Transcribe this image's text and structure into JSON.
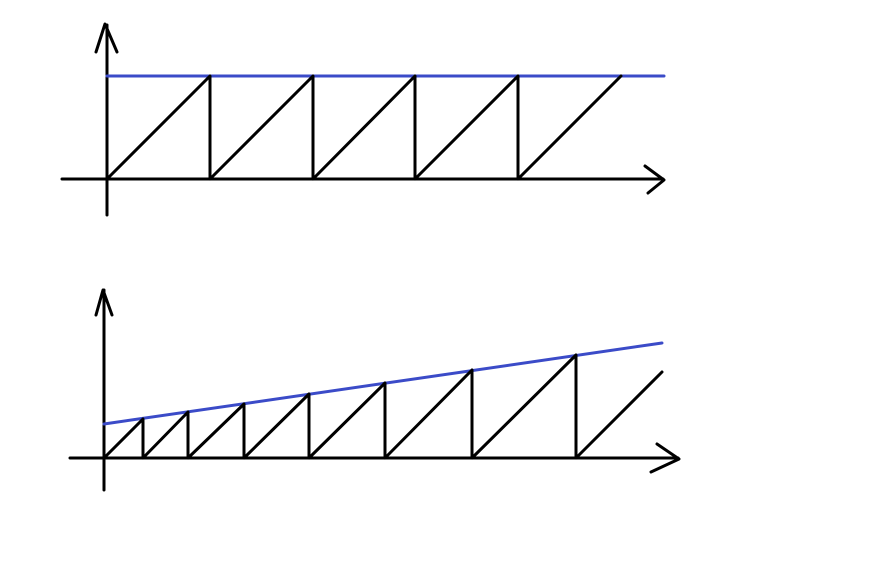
{
  "colors": {
    "envelope": "#3b4bc8",
    "waveform": "#000000",
    "background": "#ffffff"
  },
  "panels": [
    {
      "id": "top",
      "description_kind": "sawtooth-constant-envelope",
      "teeth": 5,
      "envelope": "constant",
      "tooth_period": "constant"
    },
    {
      "id": "bottom",
      "description_kind": "sawtooth-rising-envelope",
      "teeth": 8,
      "envelope": "rising-linear",
      "tooth_period": "increasing"
    }
  ]
}
